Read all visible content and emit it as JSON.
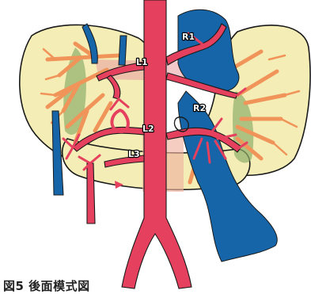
{
  "figure": {
    "labels": {
      "r1": "R1",
      "r2": "R2",
      "l1": "L1",
      "l2": "L2",
      "l3": "L3"
    },
    "colors": {
      "artery": "#e6405f",
      "vein": "#1565a8",
      "pancreas": "#f4eeb6",
      "duct": "#f0945a",
      "outline": "#1a1a1a"
    }
  },
  "caption": "図5 後面模式図"
}
